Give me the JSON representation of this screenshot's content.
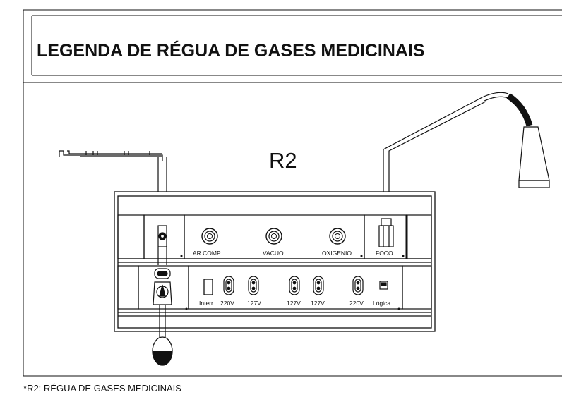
{
  "header": {
    "title": "LEGENDA DE RÉGUA DE GASES MEDICINAIS"
  },
  "diagram": {
    "code": "R2",
    "gas_outlets": [
      "AR COMP.",
      "VACUO",
      "OXIGENIO"
    ],
    "lamp_label": "FOCO",
    "electrical_items": [
      "Interr.",
      "220V",
      "127V",
      "127V",
      "127V",
      "220V",
      "Lógica"
    ]
  },
  "footnote": "*R2: RÉGUA DE GASES MEDICINAIS",
  "colors": {
    "line": "#111111",
    "fill": "#ffffff",
    "lamp_arm": "#222222"
  }
}
